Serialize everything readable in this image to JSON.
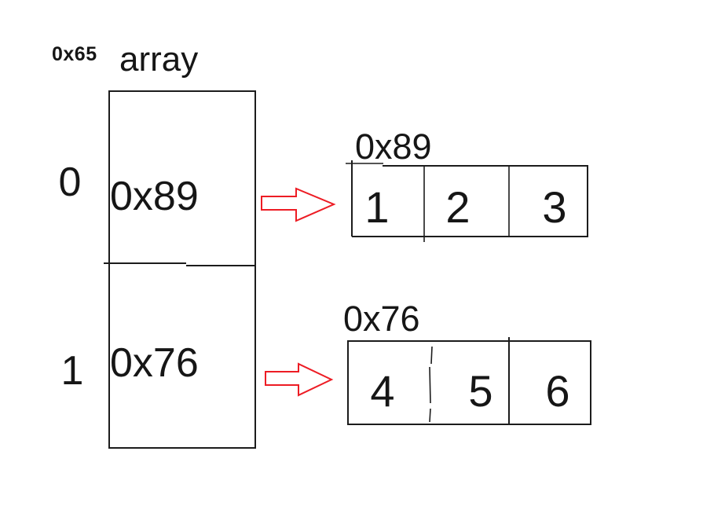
{
  "diagram": {
    "heading": {
      "address": "0x65",
      "title": "array"
    },
    "pointer_array": {
      "indices": [
        "0",
        "1"
      ],
      "cells": [
        "0x89",
        "0x76"
      ]
    },
    "rows": [
      {
        "address": "0x89",
        "values": [
          "1",
          "2",
          "3"
        ]
      },
      {
        "address": "0x76",
        "values": [
          "4",
          "5",
          "6"
        ]
      }
    ],
    "colors": {
      "line": "#1c1c1c",
      "arrow": "#ed1c24",
      "background": "#ffffff",
      "text": "#161616"
    }
  }
}
